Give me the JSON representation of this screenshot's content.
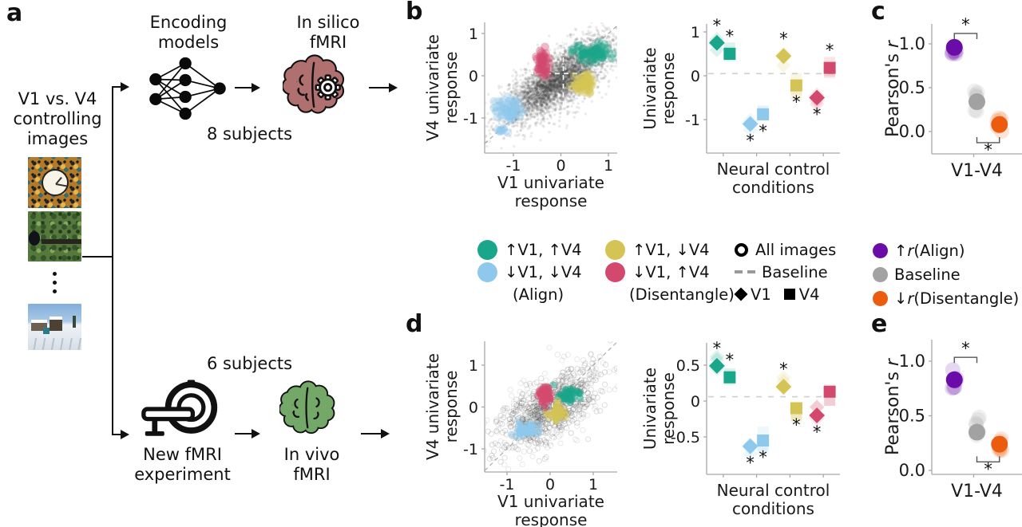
{
  "panels": {
    "a": "a",
    "b": "b",
    "c": "c",
    "d": "d",
    "e": "e"
  },
  "panel_a": {
    "caption": "V1 vs. V4\ncontrolling\nimages",
    "encoding_models": "Encoding\nmodels",
    "in_silico": "In silico\nfMRI",
    "subjects_top": "8 subjects",
    "subjects_bottom": "6 subjects",
    "new_fmri": "New fMRI\nexperiment",
    "in_vivo": "In vivo\nfMRI"
  },
  "legend_conditions": {
    "col1": [
      {
        "label": "↑V1, ↑V4",
        "color": "#1aa68a"
      },
      {
        "label": "↓V1, ↓V4",
        "color": "#8ec9ed"
      },
      {
        "label": "(Align)"
      }
    ],
    "col2": [
      {
        "label": "↑V1, ↓V4",
        "color": "#d4c455"
      },
      {
        "label": "↓V1, ↑V4",
        "color": "#d3496e"
      },
      {
        "label": "(Disentangle)"
      }
    ],
    "col3": {
      "all_images": "All images",
      "baseline": "Baseline",
      "v1": "V1",
      "v4": "V4"
    }
  },
  "legend_r": {
    "align": {
      "arrow": "↑",
      "r": "r",
      "rest": " (Align)",
      "color": "#6a0da8"
    },
    "baseline": {
      "label": "Baseline",
      "color": "#a2a2a2"
    },
    "disentangle": {
      "arrow": "↓",
      "r": "r",
      "rest": " (Disentangle)",
      "color": "#eb5c0e"
    }
  },
  "chart_data": [
    {
      "id": "b_scatter",
      "type": "scatter",
      "xlabel": "V1 univariate\nresponse",
      "ylabel": "V4 univariate\nresponse",
      "xlim": [
        -1.605,
        1.185
      ],
      "ylim": [
        -1.83,
        1.264
      ],
      "xticks": [
        {
          "v": -1,
          "label": "-1"
        },
        {
          "v": 0,
          "label": "0"
        },
        {
          "v": 1,
          "label": "1"
        }
      ],
      "yticks": [
        {
          "v": 1,
          "label": "1"
        },
        {
          "v": 0,
          "label": "0"
        },
        {
          "v": -1,
          "label": "-1"
        }
      ],
      "box": {
        "l": 112,
        "r": 278,
        "t": 22,
        "b": 186
      },
      "identity_line": true,
      "crosshair": [
        0.05,
        0.05
      ],
      "cloud": [
        {
          "style": "filled",
          "n": 2400,
          "cx": -0.05,
          "cy": -0.12,
          "sx": 0.65,
          "sy": 0.55,
          "rho": 0.75,
          "r": 1.7,
          "opacity": 0.1
        },
        {
          "style": "filled",
          "n": 1700,
          "cx": -0.05,
          "cy": -0.1,
          "sx": 0.45,
          "sy": 0.38,
          "rho": 0.75,
          "r": 1.7,
          "opacity": 0.13
        }
      ],
      "cluster_r": 5.4,
      "cluster_opacity": 0.38,
      "clusters": [
        {
          "label": "↑V1, ↑V4",
          "color": "#1aa68a",
          "cx": 0.66,
          "cy": 0.54,
          "sx": 0.17,
          "sy": 0.1,
          "n": 60
        },
        {
          "label": "↓V1, ↓V4 (Align)",
          "color": "#8ec9ed",
          "cx": -1.08,
          "cy": -0.8,
          "sx": 0.13,
          "sy": 0.13,
          "n": 50,
          "extra": [
            [
              -1.24,
              -1.28
            ]
          ]
        },
        {
          "label": "↑V1, ↓V4",
          "color": "#d4c455",
          "cx": 0.52,
          "cy": -0.18,
          "sx": 0.12,
          "sy": 0.14,
          "n": 50
        },
        {
          "label": "↓V1, ↑V4 (Disentangle)",
          "color": "#d3496e",
          "cx": -0.38,
          "cy": 0.26,
          "sx": 0.06,
          "sy": 0.2,
          "n": 50
        }
      ]
    },
    {
      "id": "b_conditions",
      "type": "pointrange",
      "xlabel": "Neural control\nconditions",
      "ylabel": "Univariate\nresponse",
      "ylim": [
        -1.763,
        1.182
      ],
      "yticks": [
        {
          "v": 1,
          "label": "1"
        },
        {
          "v": 0,
          "label": "0"
        },
        {
          "v": -1,
          "label": "-1"
        }
      ],
      "box": {
        "l": 87,
        "r": 254,
        "t": 24,
        "b": 186
      },
      "baseline": 0.05,
      "ghost_spread": 0.22,
      "groups": [
        {
          "color": "#1aa68a",
          "diamond": {
            "value": 0.75,
            "star": "above"
          },
          "square": {
            "value": 0.5,
            "star": "above"
          }
        },
        {
          "color": "#8ec9ed",
          "diamond": {
            "value": -1.1,
            "star": "below"
          },
          "square": {
            "value": -0.88,
            "star": "below"
          }
        },
        {
          "color": "#d4c455",
          "diamond": {
            "value": 0.45,
            "star": "above"
          },
          "square": {
            "value": -0.22,
            "star": "below"
          }
        },
        {
          "color": "#d3496e",
          "diamond": {
            "value": -0.5,
            "star": "below"
          },
          "square": {
            "value": 0.18,
            "star": "above"
          }
        }
      ]
    },
    {
      "id": "c_pearson",
      "type": "points",
      "xlabel": "V1-V4",
      "ylabel": "Pearson's r",
      "ylabel_italic_last": true,
      "ylim": [
        -0.255,
        1.227
      ],
      "yticks": [
        {
          "v": 1.0,
          "label": "1.0"
        },
        {
          "v": 0.5,
          "label": "0.5"
        },
        {
          "v": 0.0,
          "label": "0.0"
        }
      ],
      "box": {
        "l": 79,
        "r": 192,
        "t": 24,
        "b": 187
      },
      "points": [
        {
          "name": "align",
          "color": "#6a0da8",
          "value": 0.96,
          "spread": [
            0.88,
            1.0
          ]
        },
        {
          "name": "baseline",
          "color": "#a2a2a2",
          "value": 0.34,
          "spread": [
            0.16,
            0.55
          ]
        },
        {
          "name": "disentangle",
          "color": "#eb5c0e",
          "value": 0.08,
          "spread": [
            0.0,
            0.16
          ]
        }
      ],
      "brackets": [
        {
          "from": 0,
          "to": 1,
          "star": "*",
          "side": "top"
        },
        {
          "from": 1,
          "to": 2,
          "star": "*",
          "side": "bottom"
        }
      ]
    },
    {
      "id": "d_scatter",
      "type": "scatter",
      "xlabel": "V1 univariate\nresponse",
      "ylabel": "V4 univariate\nresponse",
      "xlim": [
        -1.519,
        1.556
      ],
      "ylim": [
        -1.552,
        1.571
      ],
      "xticks": [
        {
          "v": -1,
          "label": "-1"
        },
        {
          "v": 0,
          "label": "0"
        },
        {
          "v": 1,
          "label": "1"
        }
      ],
      "yticks": [
        {
          "v": 1,
          "label": "1"
        },
        {
          "v": 0,
          "label": "0"
        },
        {
          "v": -1,
          "label": "-1"
        }
      ],
      "box": {
        "l": 112,
        "r": 278,
        "t": 30,
        "b": 194
      },
      "identity_line": true,
      "crosshair": [
        0.05,
        0.1
      ],
      "cloud": [
        {
          "style": "open",
          "n": 650,
          "cx": -0.02,
          "cy": -0.05,
          "sx": 0.55,
          "sy": 0.45,
          "rho": 0.6,
          "r": 3.1,
          "opacity": 0.2
        },
        {
          "style": "open",
          "n": 260,
          "cx": -0.02,
          "cy": -0.05,
          "sx": 0.78,
          "sy": 0.62,
          "rho": 0.6,
          "r": 3.1,
          "opacity": 0.13
        }
      ],
      "cluster_r": 4.6,
      "cluster_opacity": 0.5,
      "clusters": [
        {
          "label": "↑V1, ↑V4",
          "color": "#1aa68a",
          "cx": 0.45,
          "cy": 0.3,
          "sx": 0.13,
          "sy": 0.08,
          "n": 45
        },
        {
          "label": "↓V1, ↓V4 (Align)",
          "color": "#8ec9ed",
          "cx": -0.55,
          "cy": -0.55,
          "sx": 0.13,
          "sy": 0.08,
          "n": 45
        },
        {
          "label": "↑V1, ↓V4",
          "color": "#d4c455",
          "cx": 0.2,
          "cy": -0.15,
          "sx": 0.1,
          "sy": 0.1,
          "n": 42
        },
        {
          "label": "↓V1, ↑V4 (Disentangle)",
          "color": "#d3496e",
          "cx": -0.13,
          "cy": 0.25,
          "sx": 0.09,
          "sy": 0.12,
          "n": 42
        }
      ]
    },
    {
      "id": "d_conditions",
      "type": "pointrange",
      "xlabel": "Neural control\nconditions",
      "ylabel": "Univariate\nresponse",
      "ylim": [
        -1.022,
        0.811
      ],
      "yticks": [
        {
          "v": 0.5,
          "label": "0.5"
        },
        {
          "v": 0,
          "label": "0"
        },
        {
          "v": -0.5,
          "label": "-0.5"
        }
      ],
      "box": {
        "l": 87,
        "r": 254,
        "t": 32,
        "b": 197
      },
      "baseline": 0.06,
      "ghost_spread": 0.13,
      "groups": [
        {
          "color": "#1aa68a",
          "diamond": {
            "value": 0.49,
            "star": "above"
          },
          "square": {
            "value": 0.33,
            "star": "above"
          }
        },
        {
          "color": "#8ec9ed",
          "diamond": {
            "value": -0.63,
            "star": "below"
          },
          "square": {
            "value": -0.55,
            "star": "below"
          }
        },
        {
          "color": "#d4c455",
          "diamond": {
            "value": 0.2,
            "star": "above"
          },
          "square": {
            "value": -0.1,
            "star": "below"
          }
        },
        {
          "color": "#d3496e",
          "diamond": {
            "value": -0.2,
            "star": "below"
          },
          "square": {
            "value": 0.13,
            "star": null
          }
        }
      ]
    },
    {
      "id": "e_pearson",
      "type": "points",
      "xlabel": "V1-V4",
      "ylabel": "Pearson's r",
      "ylabel_italic_last": true,
      "ylim": [
        -0.0365,
        1.197
      ],
      "yticks": [
        {
          "v": 1.0,
          "label": "1.0"
        },
        {
          "v": 0.5,
          "label": "0.5"
        },
        {
          "v": 0.0,
          "label": "0.0"
        }
      ],
      "box": {
        "l": 79,
        "r": 192,
        "t": 28,
        "b": 197
      },
      "points": [
        {
          "name": "align",
          "color": "#6a0da8",
          "value": 0.83,
          "spread": [
            0.7,
            0.94
          ]
        },
        {
          "name": "baseline",
          "color": "#a2a2a2",
          "value": 0.35,
          "spread": [
            0.25,
            0.5
          ]
        },
        {
          "name": "disentangle",
          "color": "#eb5c0e",
          "value": 0.24,
          "spread": [
            0.18,
            0.29
          ]
        }
      ],
      "brackets": [
        {
          "from": 0,
          "to": 1,
          "star": "*",
          "side": "top"
        },
        {
          "from": 1,
          "to": 2,
          "star": "*",
          "side": "bottom"
        }
      ]
    }
  ]
}
